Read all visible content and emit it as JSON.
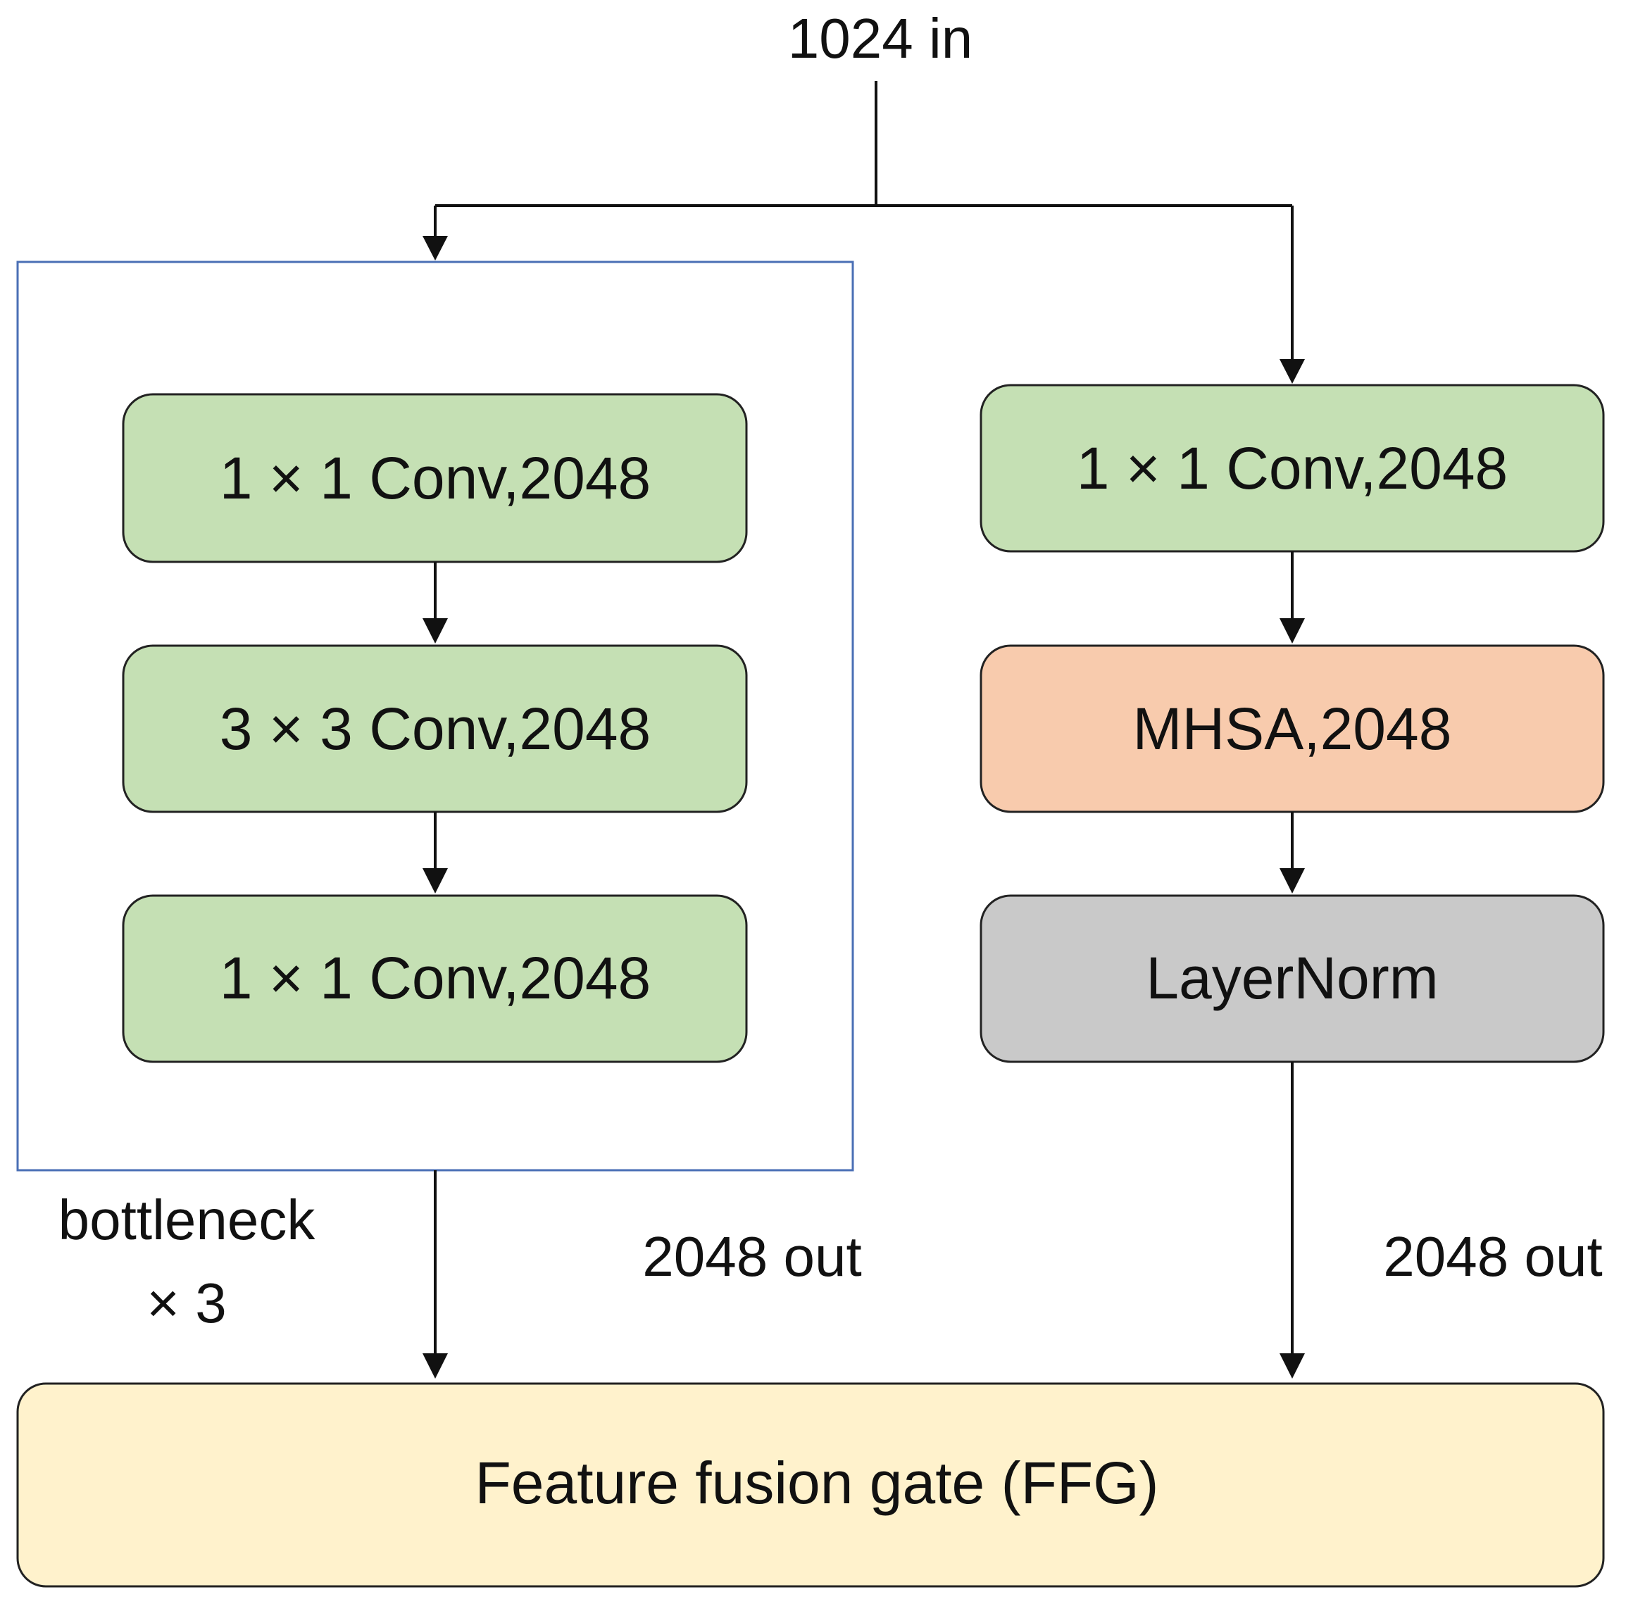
{
  "input_label": "1024 in",
  "bottleneck": {
    "label_line1": "bottleneck",
    "label_line2": "× 3",
    "blocks": [
      {
        "label": "1 × 1 Conv,2048"
      },
      {
        "label": "3 × 3 Conv,2048"
      },
      {
        "label": "1 × 1 Conv,2048"
      }
    ],
    "frame_color": "#4a6fb5"
  },
  "transformer_branch": {
    "blocks": [
      {
        "label": "1 × 1 Conv,2048"
      },
      {
        "label": "MHSA,2048"
      },
      {
        "label": "LayerNorm"
      }
    ]
  },
  "left_output_label": "2048 out",
  "right_output_label": "2048 out",
  "fusion": {
    "label": "Feature fusion gate (FFG)"
  },
  "colors": {
    "conv": "#c5e0b4",
    "mhsa": "#f8cbad",
    "layernorm": "#c9c9c9",
    "fusion": "#fff2cc",
    "frame": "#4a6fb5"
  }
}
